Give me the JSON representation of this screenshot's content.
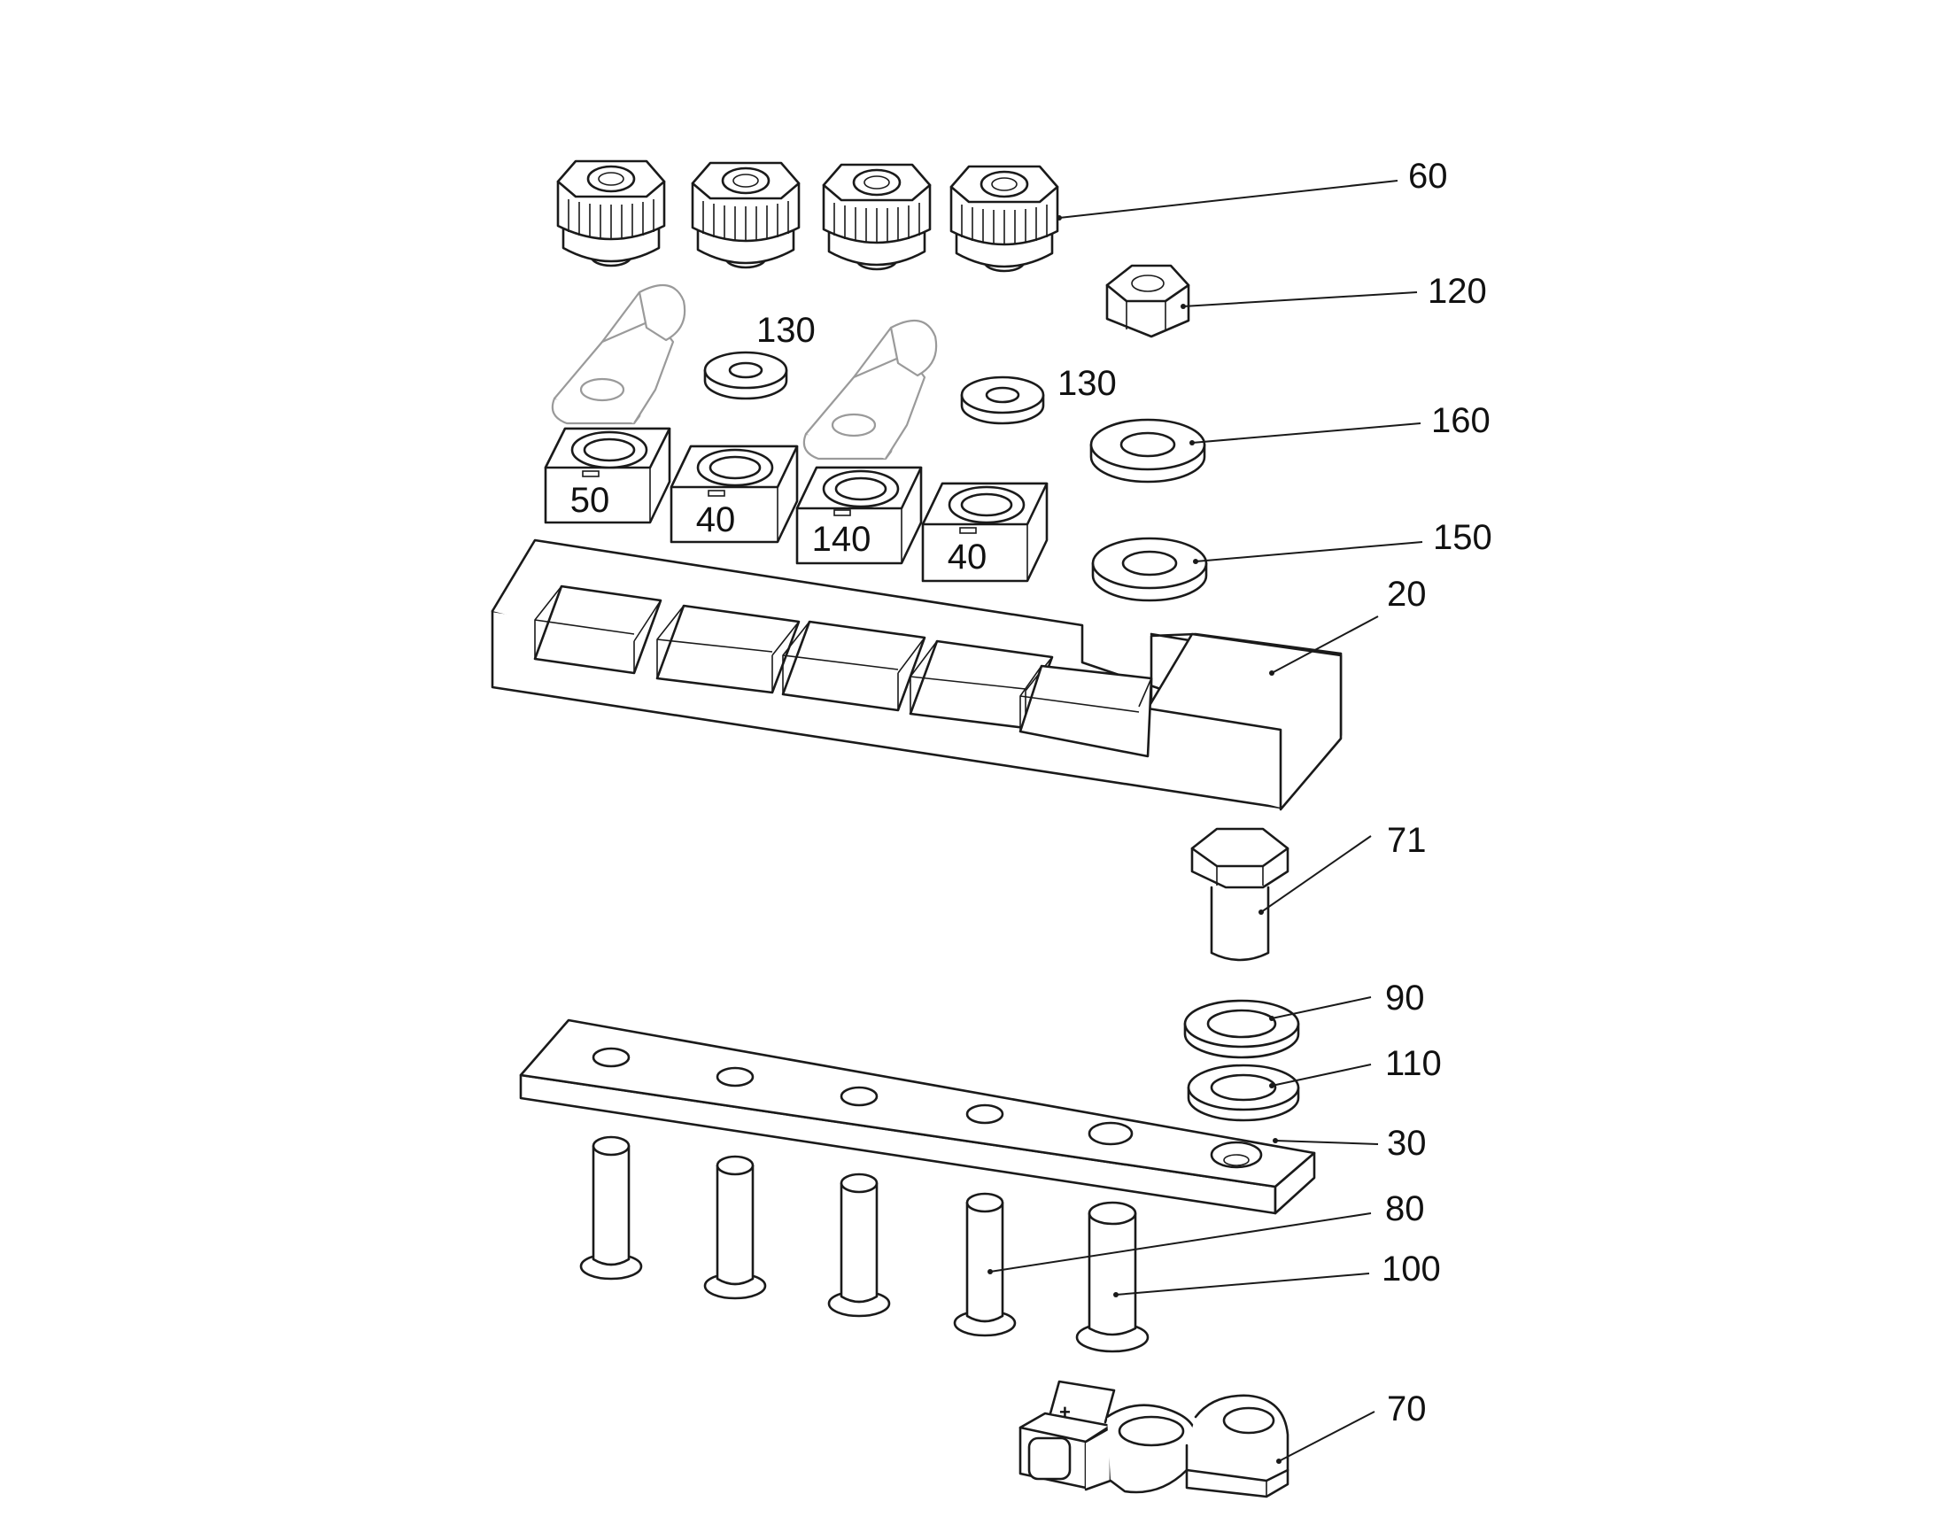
{
  "drawing": {
    "references": {
      "r60": "60",
      "r120": "120",
      "r130a": "130",
      "r130b": "130",
      "r160": "160",
      "r150": "150",
      "r20": "20",
      "r71": "71",
      "r90": "90",
      "r110": "110",
      "r30": "30",
      "r80": "80",
      "r100": "100",
      "r70": "70"
    },
    "block_labels": [
      "50",
      "40",
      "140",
      "40"
    ],
    "clamp_marking": "+"
  }
}
